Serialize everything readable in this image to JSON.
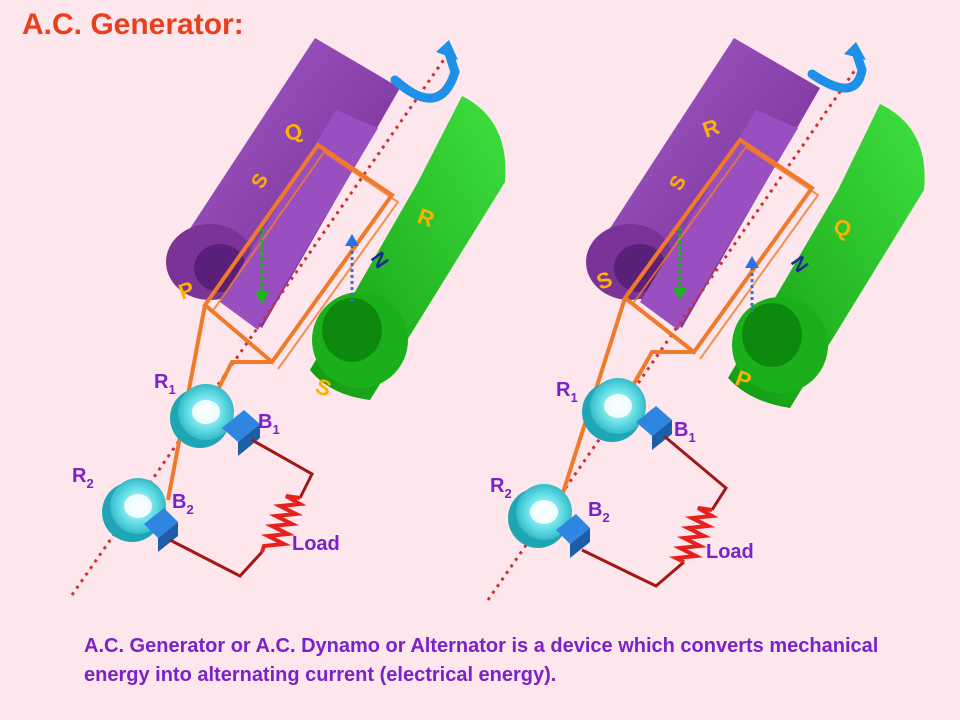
{
  "title": "A.C. Generator:",
  "caption": "A.C. Generator or A.C. Dynamo or Alternator is a device which converts mechanical energy into alternating current (electrical energy).",
  "colors": {
    "background": "#fde6ec",
    "title": "#e8401c",
    "caption": "#7a22c8",
    "south_magnet": "#8e3fae",
    "north_magnet": "#1fb81f",
    "coil": "#f07a2a",
    "slip_ring": "#36c9d6",
    "brush": "#2f86e0",
    "load_wire": "#a01818",
    "current_arrow": "#1c2dd8",
    "rotation_arrow": "#1e90e8",
    "pole_label": "#ffb000",
    "axis_line": "#d23030",
    "force_arrow_down": "#1db41d",
    "force_arrow_up": "#2a72e8"
  },
  "left": {
    "magnet_s_label": "S",
    "magnet_n_label": "N",
    "corner_top_left": "Q",
    "corner_top_right": "R",
    "corner_bottom_left": "P",
    "corner_bottom_right": "S",
    "ring_1": "R",
    "ring_1_sub": "1",
    "ring_2": "R",
    "ring_2_sub": "2",
    "brush_1": "B",
    "brush_1_sub": "1",
    "brush_2": "B",
    "brush_2_sub": "2",
    "load": "Load"
  },
  "right": {
    "magnet_s_label": "S",
    "magnet_n_label": "N",
    "corner_top_left": "R",
    "corner_top_right": "Q",
    "corner_bottom_left": "S",
    "corner_bottom_right": "P",
    "ring_1": "R",
    "ring_1_sub": "1",
    "ring_2": "R",
    "ring_2_sub": "2",
    "brush_1": "B",
    "brush_1_sub": "1",
    "brush_2": "B",
    "brush_2_sub": "2",
    "load": "Load"
  }
}
